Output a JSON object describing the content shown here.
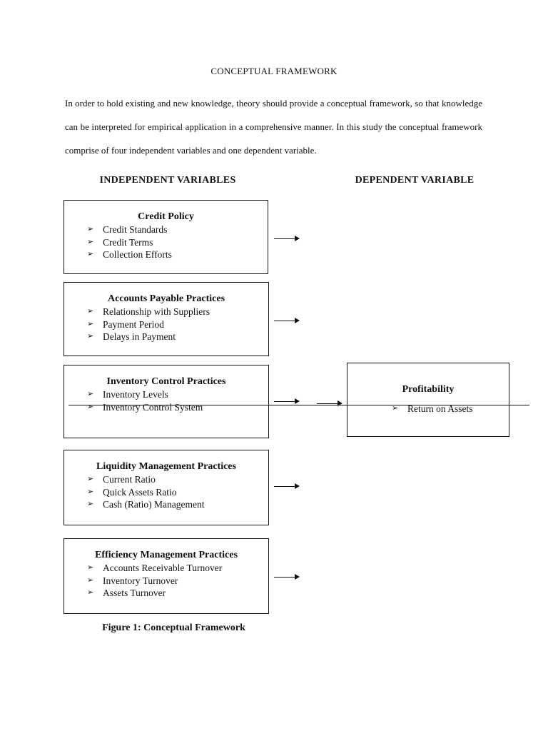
{
  "heading": "CONCEPTUAL FRAMEWORK",
  "paragraph": "In order to hold existing and new knowledge, theory should provide a conceptual framework, so that knowledge can be interpreted for empirical application in a comprehensive manner. In this study the conceptual framework comprise of four independent variables and one dependent variable.",
  "columns": {
    "independent": "INDEPENDENT VARIABLES",
    "dependent": "DEPENDENT VARIABLE"
  },
  "bullet_symbol": "➢",
  "independent_boxes": [
    {
      "title": "Credit Policy",
      "items": [
        "Credit Standards",
        "Credit Terms",
        "Collection Efforts"
      ]
    },
    {
      "title": "Accounts Payable Practices",
      "items": [
        "Relationship with Suppliers",
        "Payment Period",
        "Delays in Payment"
      ]
    },
    {
      "title": "Inventory Control Practices",
      "items": [
        "Inventory Levels",
        "Inventory Control System"
      ]
    },
    {
      "title": "Liquidity Management Practices",
      "items": [
        "Current Ratio",
        "Quick Assets Ratio",
        "Cash (Ratio) Management"
      ]
    },
    {
      "title": "Efficiency Management Practices",
      "items": [
        "Accounts Receivable Turnover",
        "Inventory Turnover",
        "Assets Turnover"
      ]
    }
  ],
  "dependent_box": {
    "title": "Profitability",
    "items": [
      "Return on Assets"
    ]
  },
  "caption": "Figure 1: Conceptual Framework"
}
